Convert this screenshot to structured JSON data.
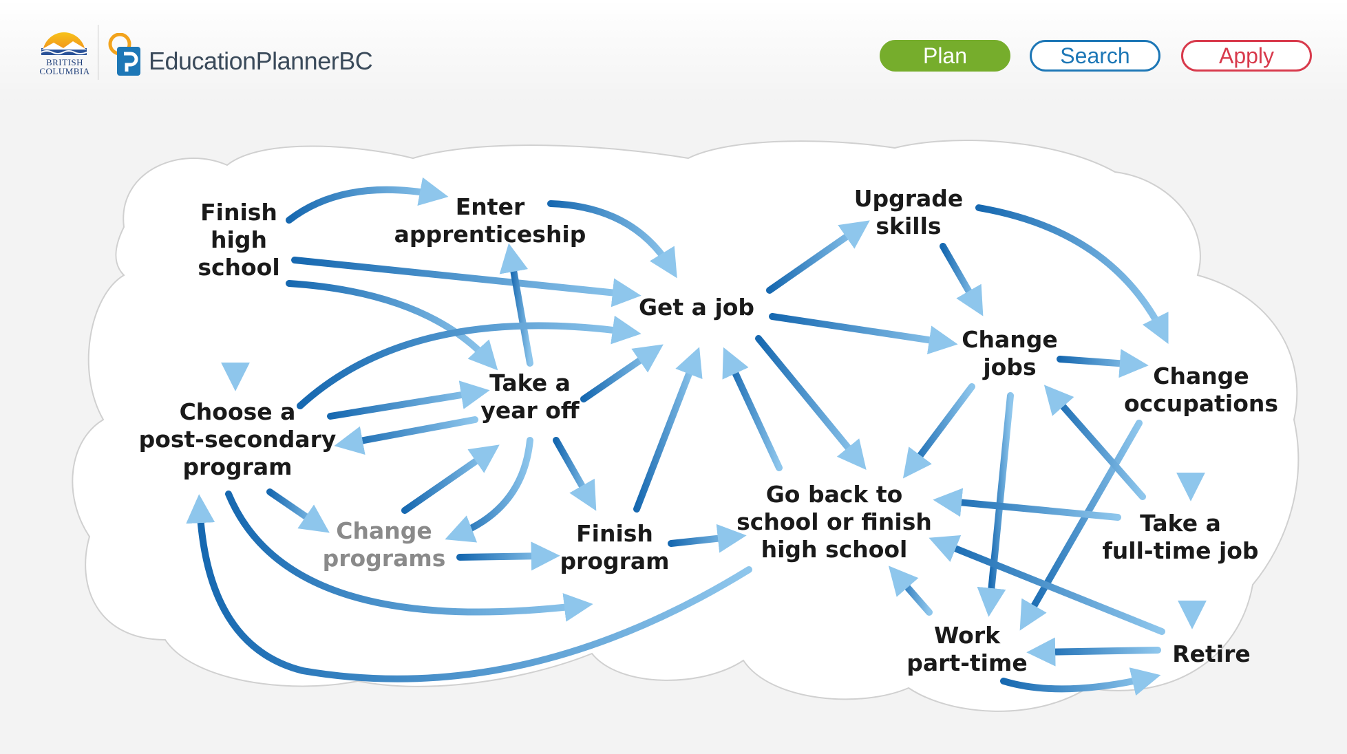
{
  "header": {
    "bc_logo_text": [
      "BRITISH",
      "COLUMBIA"
    ],
    "brand_name": "EducationPlannerBC",
    "buttons": {
      "plan": "Plan",
      "search": "Search",
      "apply": "Apply"
    }
  },
  "diagram": {
    "nodes": {
      "finish_high_school": [
        "Finish",
        "high",
        "school"
      ],
      "enter_apprenticeship": [
        "Enter",
        "apprenticeship"
      ],
      "get_a_job": [
        "Get a job"
      ],
      "upgrade_skills": [
        "Upgrade",
        "skills"
      ],
      "choose_program": [
        "Choose a",
        "post-secondary",
        "program"
      ],
      "take_year_off": [
        "Take a",
        "year off"
      ],
      "change_jobs": [
        "Change",
        "jobs"
      ],
      "change_occupations": [
        "Change",
        "occupations"
      ],
      "change_programs": [
        "Change",
        "programs"
      ],
      "finish_program": [
        "Finish",
        "program"
      ],
      "go_back_to_school": [
        "Go back to",
        "school or finish",
        "high school"
      ],
      "take_full_time_job": [
        "Take a",
        "full-time job"
      ],
      "work_part_time": [
        "Work",
        "part-time"
      ],
      "retire": [
        "Retire"
      ]
    },
    "colors": {
      "arrow_dark": "#1668b0",
      "arrow_light": "#8ec6ec",
      "cloud_fill": "#ffffff",
      "cloud_stroke": "#d0d0d0"
    }
  }
}
